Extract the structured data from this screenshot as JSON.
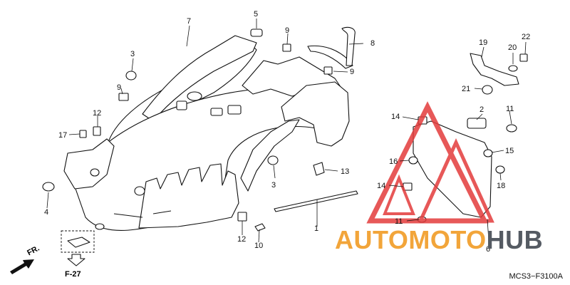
{
  "diagram": {
    "callouts": [
      "1",
      "2",
      "3",
      "3",
      "4",
      "5",
      "6",
      "7",
      "8",
      "9",
      "9",
      "9",
      "10",
      "11",
      "11",
      "12",
      "12",
      "13",
      "14",
      "14",
      "15",
      "16",
      "17",
      "18",
      "19",
      "20",
      "21",
      "22"
    ],
    "direction_label": "FR.",
    "reference_label": "F-27",
    "diagram_code": "MCS3−F3100A"
  },
  "watermark": {
    "text_part1": "AUTOMOTO",
    "text_part2": "HUB",
    "color_primary": "#f2a53a",
    "color_secondary": "#555b63",
    "triangle_color": "#e33b3b"
  }
}
